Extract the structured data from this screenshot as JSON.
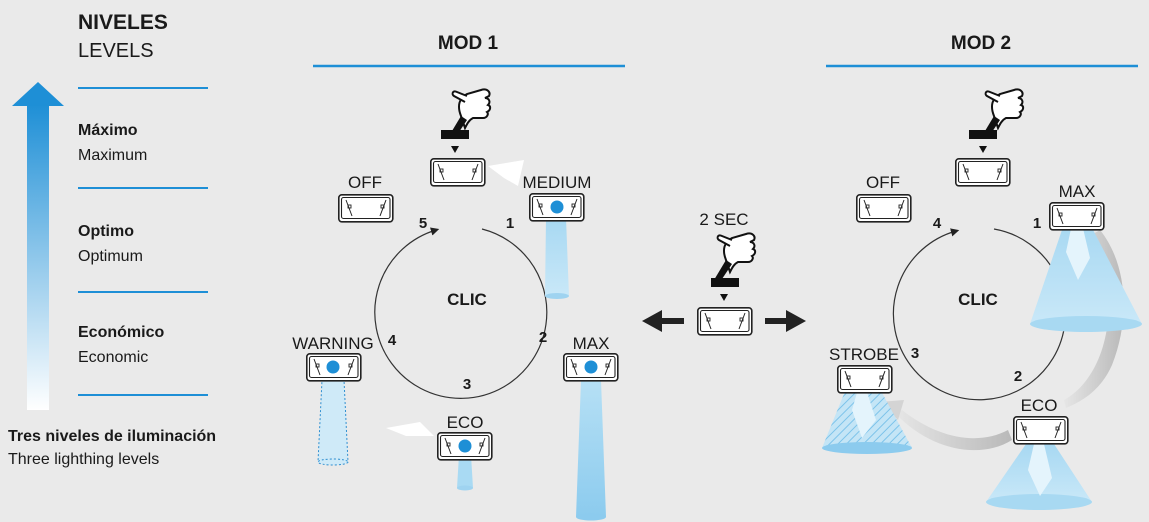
{
  "levels_panel": {
    "title": "NIVELES",
    "subtitle": "LEVELS",
    "items": [
      {
        "es": "Máximo",
        "en": "Maximum"
      },
      {
        "es": "Optimo",
        "en": "Optimum"
      },
      {
        "es": "Económico",
        "en": "Economic"
      }
    ],
    "footer_es": "Tres niveles de iluminación",
    "footer_en": "Three lighthing levels",
    "accent_color": "#1e8fd6"
  },
  "mod1": {
    "title": "MOD 1",
    "center": "CLIC",
    "states": {
      "off": "OFF",
      "medium": "MEDIUM",
      "max": "MAX",
      "eco": "ECO",
      "warning": "WARNING"
    },
    "steps": {
      "s1": "1",
      "s2": "2",
      "s3": "3",
      "s4": "4",
      "s5": "5"
    }
  },
  "switch": {
    "label": "2 SEC"
  },
  "mod2": {
    "title": "MOD 2",
    "center": "CLIC",
    "states": {
      "off": "OFF",
      "max": "MAX",
      "eco": "ECO",
      "strobe": "STROBE"
    },
    "steps": {
      "s1": "1",
      "s2": "2",
      "s3": "3",
      "s4": "4"
    }
  }
}
